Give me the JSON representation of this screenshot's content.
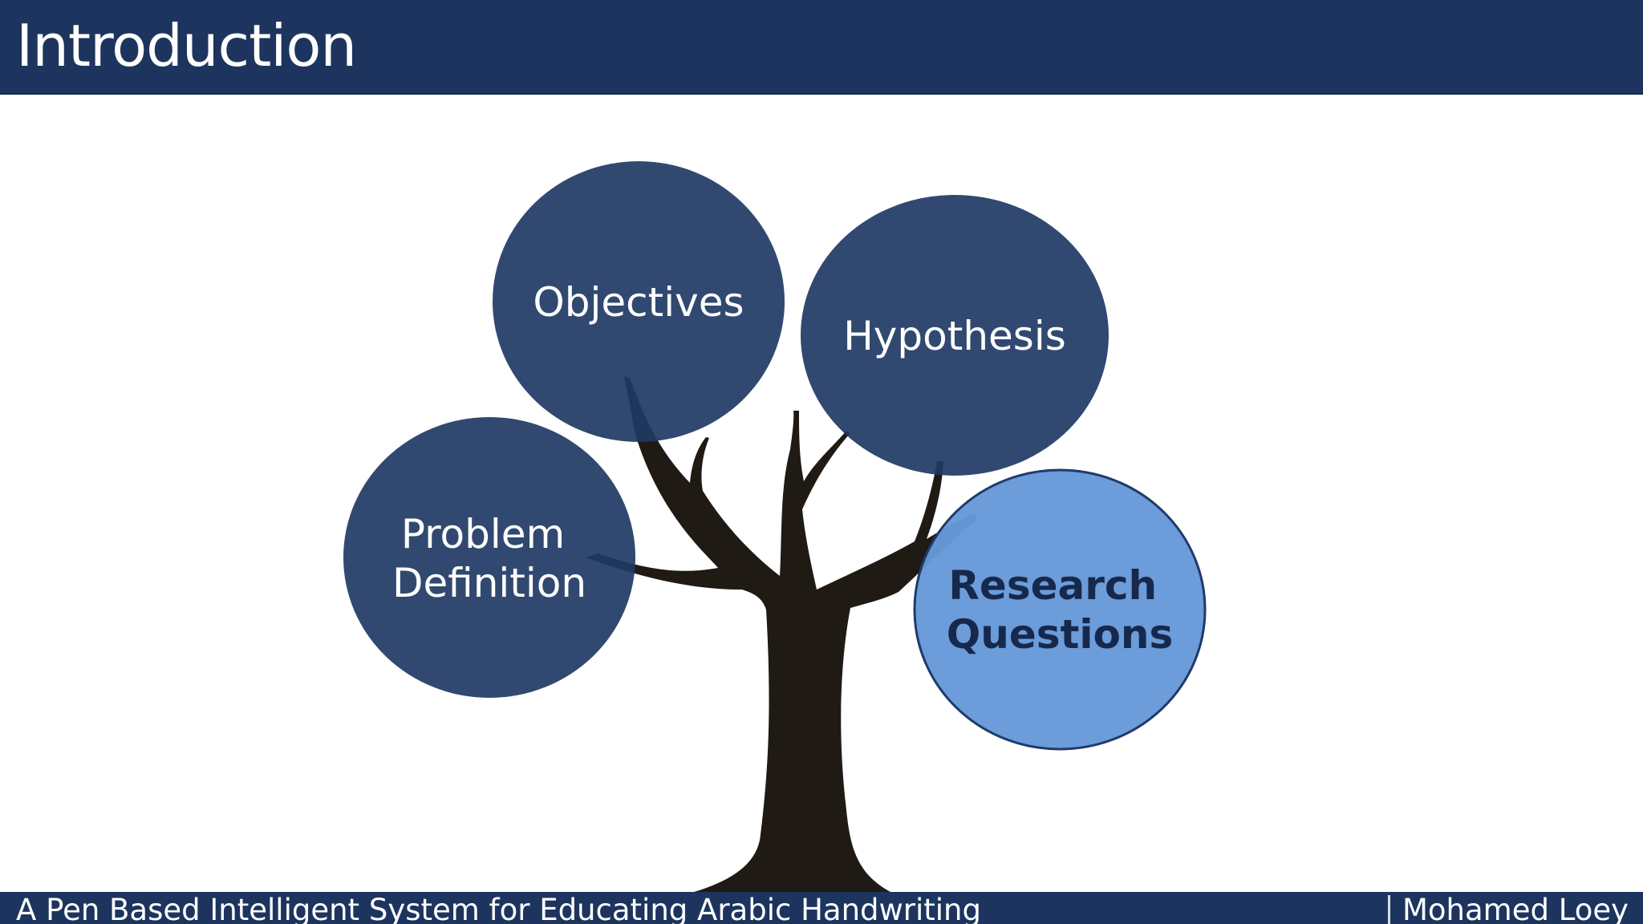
{
  "slide": {
    "title": "Introduction"
  },
  "diagram": {
    "nodes": [
      {
        "id": "objectives",
        "lines": [
          "Objectives"
        ],
        "fill": "#1f3a64",
        "highlighted": false
      },
      {
        "id": "hypothesis",
        "lines": [
          "Hypothesis"
        ],
        "fill": "#1f3a64",
        "highlighted": false
      },
      {
        "id": "problem-definition",
        "lines": [
          "Problem",
          "Definition"
        ],
        "fill": "#1f3a64",
        "highlighted": false
      },
      {
        "id": "research-questions",
        "lines": [
          "Research",
          "Questions"
        ],
        "fill": "#6799d9",
        "highlighted": true
      }
    ],
    "trunk_color": "#1f1a14"
  },
  "footer": {
    "presentation_title": "A Pen Based Intelligent System for Educating Arabic Handwriting",
    "author": "Mohamed Loey"
  },
  "colors": {
    "header_bg": "#1d355e",
    "footer_bg": "#1d355e",
    "bubble_dark": "#1f3a64",
    "bubble_light": "#6799d9",
    "bubble_light_border": "#1d3b6a"
  }
}
